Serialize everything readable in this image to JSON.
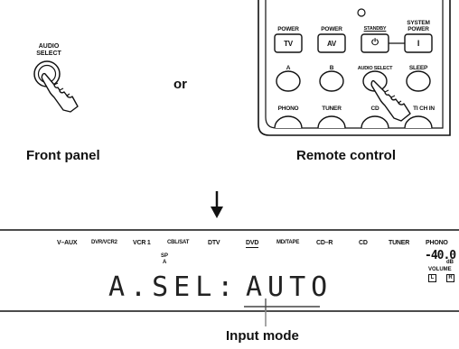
{
  "front_panel": {
    "audio_select_label": [
      "AUDIO",
      "SELECT"
    ],
    "caption": "Front panel",
    "hand_icon": "pointing-hand-icon"
  },
  "or_text": "or",
  "remote": {
    "caption": "Remote control",
    "row1": [
      {
        "label": "POWER",
        "key": "TV"
      },
      {
        "label": "POWER",
        "key": "AV"
      },
      {
        "label": "STANDBY",
        "key": "⏻"
      },
      {
        "label": "SYSTEM POWER",
        "key": "I"
      }
    ],
    "row2": [
      "A",
      "B",
      "AUDIO SELECT",
      "SLEEP"
    ],
    "row3": [
      "PHONO",
      "TUNER",
      "CD",
      "MULTI CH IN"
    ],
    "row3_visible": [
      "PHONO",
      "TUNER",
      "CD",
      "TI CH IN"
    ]
  },
  "display": {
    "sources": [
      "V–AUX",
      "DVR/VCR2",
      "VCR 1",
      "CBL/SAT",
      "DTV",
      "DVD",
      "MD/TAPE",
      "CD–R",
      "CD",
      "TUNER",
      "PHONO"
    ],
    "indicator_sp": "SP",
    "indicator_a": "A",
    "main_text_left": "A.SEL:",
    "main_text_right": "AUTO",
    "volume_value": "-40.0",
    "volume_unit": "dB",
    "volume_label": "VOLUME",
    "speaker_l": "L",
    "speaker_r": "R"
  },
  "callout": "Input mode"
}
